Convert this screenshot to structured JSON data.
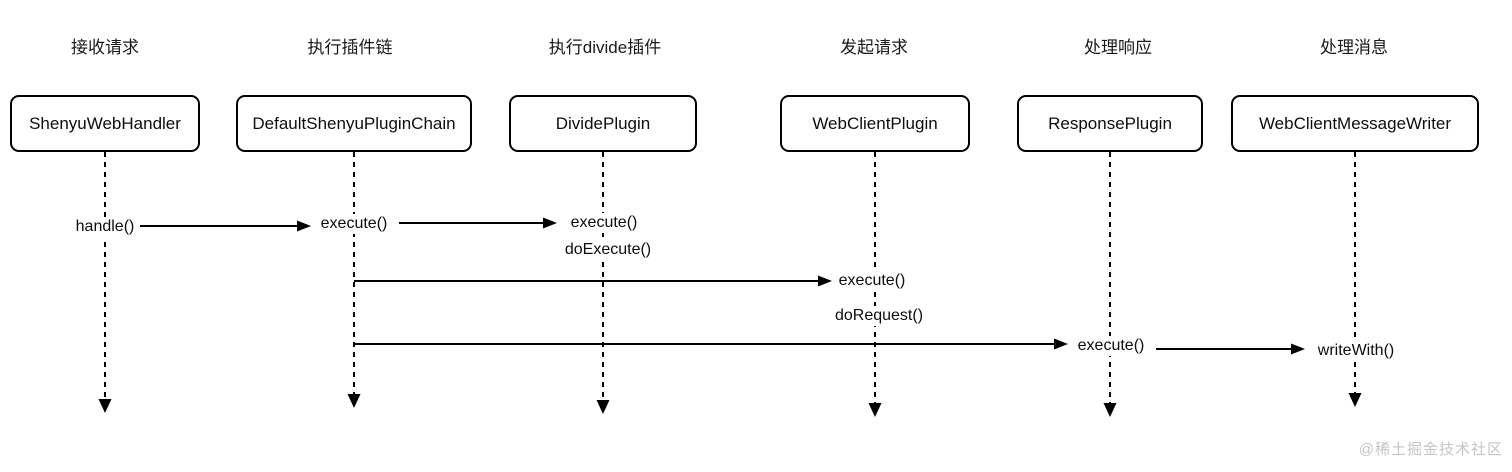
{
  "diagram": {
    "type": "sequence-diagram",
    "participants": [
      {
        "action": "接收请求",
        "name": "ShenyuWebHandler"
      },
      {
        "action": "执行插件链",
        "name": "DefaultShenyuPluginChain"
      },
      {
        "action": "执行divide插件",
        "name": "DividePlugin"
      },
      {
        "action": "发起请求",
        "name": "WebClientPlugin"
      },
      {
        "action": "处理响应",
        "name": "ResponsePlugin"
      },
      {
        "action": "处理消息",
        "name": "WebClientMessageWriter"
      }
    ],
    "messages": [
      {
        "text": "handle()",
        "from": "ShenyuWebHandler",
        "to": "DefaultShenyuPluginChain"
      },
      {
        "text": "execute()",
        "from": "DefaultShenyuPluginChain",
        "to": "DividePlugin"
      },
      {
        "text": "execute()",
        "from": "DefaultShenyuPluginChain",
        "to": "DividePlugin"
      },
      {
        "text": "doExecute()",
        "from": "DividePlugin",
        "to": "DividePlugin"
      },
      {
        "text": "execute()",
        "from": "DefaultShenyuPluginChain",
        "to": "WebClientPlugin"
      },
      {
        "text": "doRequest()",
        "from": "WebClientPlugin",
        "to": "WebClientPlugin"
      },
      {
        "text": "execute()",
        "from": "DefaultShenyuPluginChain",
        "to": "ResponsePlugin"
      },
      {
        "text": "writeWith()",
        "from": "ResponsePlugin",
        "to": "WebClientMessageWriter"
      }
    ],
    "colors": {
      "stroke": "#000000",
      "text": "#111111",
      "watermark": "#c5c5c5",
      "background": "#ffffff"
    }
  },
  "watermark": "@稀土掘金技术社区"
}
